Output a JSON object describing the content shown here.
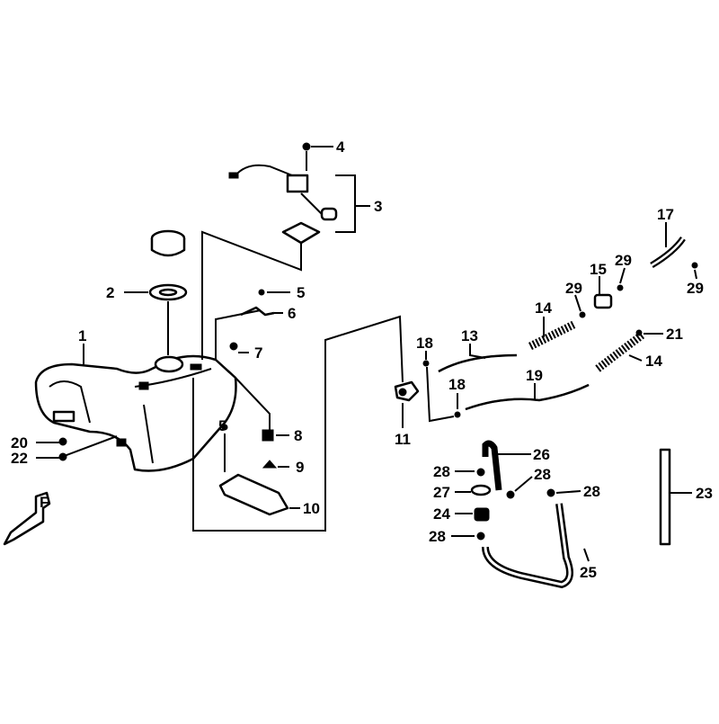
{
  "title": "Fuel tank parts diagram",
  "front_marker": "F",
  "labels": [
    "1",
    "2",
    "3",
    "4",
    "5",
    "6",
    "7",
    "8",
    "9",
    "10",
    "5",
    "11",
    "13",
    "14",
    "14",
    "15",
    "17",
    "18",
    "18",
    "19",
    "20",
    "21",
    "22",
    "23",
    "24",
    "25",
    "26",
    "27",
    "28",
    "28",
    "28",
    "28",
    "29",
    "29",
    "29"
  ]
}
